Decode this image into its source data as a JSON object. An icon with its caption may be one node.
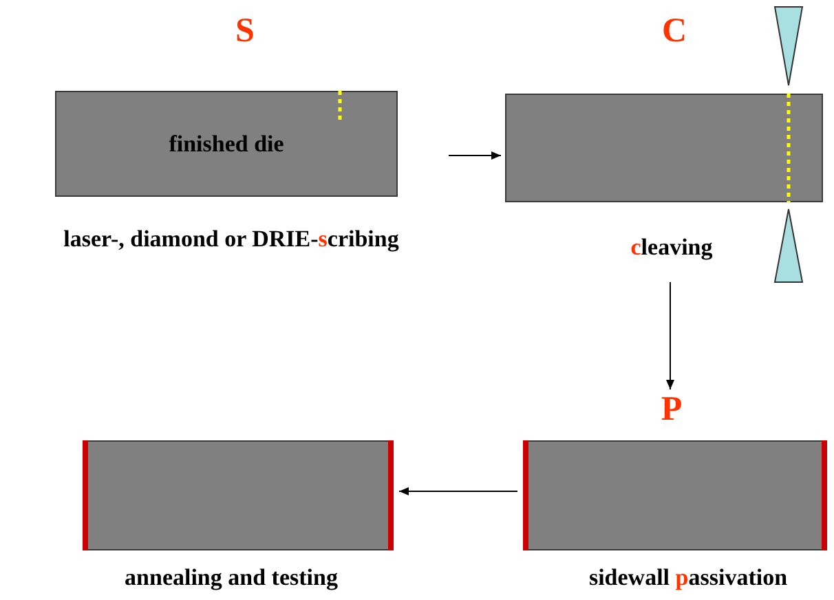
{
  "diagram": {
    "nodes": [
      {
        "text": [
          "S",
          "finished die",
          "laser-, diamond or DRIE-**s**cribing"
        ]
      },
      {
        "text": [
          "C",
          "**c**leaving"
        ]
      },
      {
        "text": [
          "P",
          "sidewall **p**assivation"
        ]
      },
      {
        "text": [
          "annealing and testing"
        ]
      }
    ],
    "edges": [
      {
        "from": 0,
        "to": 1,
        "arrow": "to"
      },
      {
        "from": 1,
        "to": 2,
        "arrow": "to"
      },
      {
        "from": 2,
        "to": 3,
        "arrow": "to"
      }
    ]
  }
}
